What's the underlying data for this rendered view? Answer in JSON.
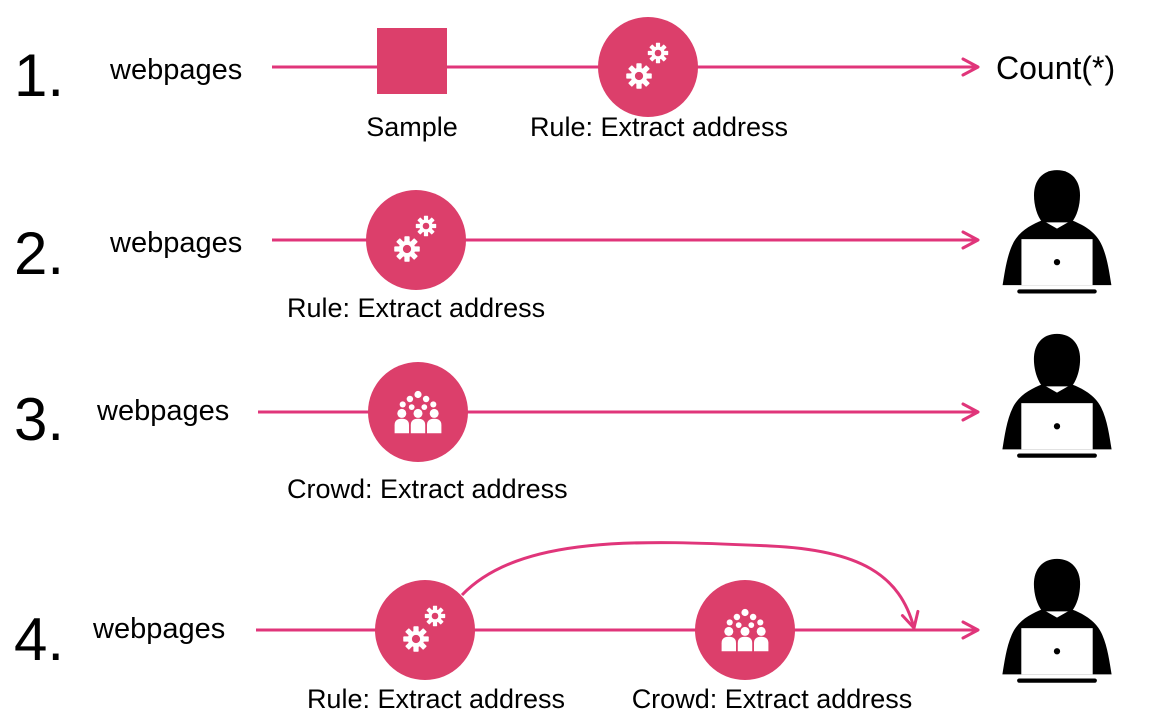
{
  "colors": {
    "accent": "#dc3f6b",
    "line": "#e0357a",
    "ink": "#000000",
    "icon": "#ffffff"
  },
  "rows": [
    {
      "number": "1.",
      "source": "webpages",
      "operators": [
        {
          "kind": "sample",
          "icon": "square-icon",
          "label": "Sample"
        },
        {
          "kind": "rule",
          "icon": "gears-icon",
          "label": "Rule: Extract address"
        }
      ],
      "sink": {
        "kind": "text",
        "label": "Count(*)"
      }
    },
    {
      "number": "2.",
      "source": "webpages",
      "operators": [
        {
          "kind": "rule",
          "icon": "gears-icon",
          "label": "Rule: Extract address"
        }
      ],
      "sink": {
        "kind": "user",
        "icon": "user-laptop-icon"
      }
    },
    {
      "number": "3.",
      "source": "webpages",
      "operators": [
        {
          "kind": "crowd",
          "icon": "crowd-icon",
          "label": "Crowd: Extract address"
        }
      ],
      "sink": {
        "kind": "user",
        "icon": "user-laptop-icon"
      }
    },
    {
      "number": "4.",
      "source": "webpages",
      "operators": [
        {
          "kind": "rule",
          "icon": "gears-icon",
          "label": "Rule: Extract address"
        },
        {
          "kind": "crowd",
          "icon": "crowd-icon",
          "label": "Crowd: Extract address"
        }
      ],
      "sink": {
        "kind": "user",
        "icon": "user-laptop-icon"
      },
      "bypass": true
    }
  ]
}
